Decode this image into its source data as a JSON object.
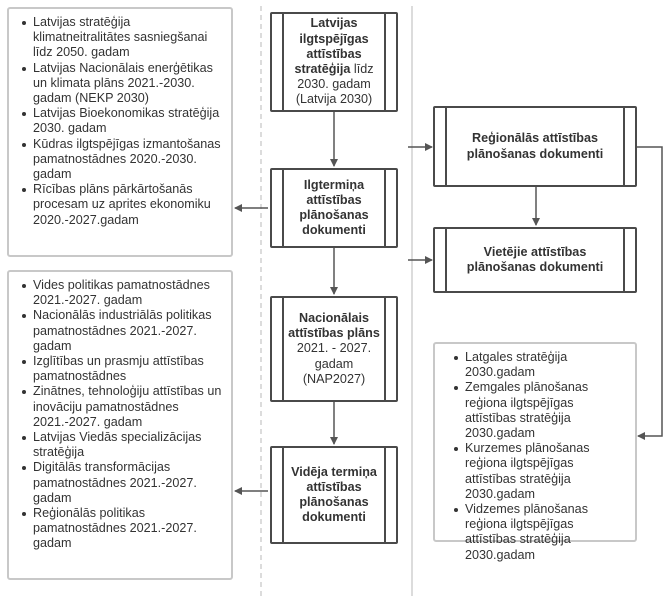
{
  "center": {
    "latvija2030": {
      "bold": "Latvijas ilgtspējīgas attīstības stratēģija",
      "normal": " līdz 2030. gadam (Latvija 2030)"
    },
    "ilgtermina": {
      "bold": "Ilgtermiņa attīstības plānošanas dokumenti",
      "normal": ""
    },
    "nap": {
      "bold": "Nacionālais attīstības plāns",
      "normal": " 2021. - 2027. gadam (NAP2027)"
    },
    "videja": {
      "bold": "Vidēja termiņa attīstības plānošanas dokumenti",
      "normal": ""
    }
  },
  "right": {
    "regional": {
      "bold": "Reģionālās attīstības plānošanas dokumenti"
    },
    "local": {
      "bold": "Vietējie attīstības plānošanas dokumenti"
    },
    "regional_list": [
      "Latgales stratēģija 2030.gadam",
      "Zemgales plānošanas reģiona ilgtspējīgas attīstības stratēģija 2030.gadam",
      "Kurzemes plānošanas reģiona ilgtspējīgas attīstības stratēģija 2030.gadam",
      "Vidzemes plānošanas reģiona ilgtspējīgas attīstības stratēģija 2030.gadam"
    ]
  },
  "left": {
    "long_term_list": [
      "Latvijas stratēģija klimatneitralitātes sasniegšanai līdz 2050. gadam",
      "Latvijas Nacionālais enerģētikas un klimata plāns 2021.-2030. gadam (NEKP 2030)",
      "Latvijas Bioekonomikas stratēģija 2030. gadam",
      "Kūdras ilgtspējīgas izmantošanas pamatnostādnes 2020.-2030. gadam",
      "Rīcības plāns pārkārtošanās procesam uz aprites ekonomiku 2020.-2027.gadam"
    ],
    "mid_term_list": [
      "Vides politikas pamatnostādnes 2021.-2027. gadam",
      "Nacionālās industriālās politikas pamatnostādnes 2021.-2027. gadam",
      "Izglītības un prasmju attīstības pamatnostādnes",
      "Zinātnes, tehnoloģiju attīstības un inovāciju pamatnostādnes 2021.-2027. gadam",
      "Latvijas Viedās specializācijas stratēģija",
      "Digitālās transformācijas pamatnostādnes 2021.-2027. gadam",
      "Reģionālās politikas pamatnostādnes 2021.-2027. gadam"
    ]
  },
  "colors": {
    "box_border": "#4a4a4a",
    "list_border": "#c8c8c8",
    "arrow": "#555555",
    "divider": "#d0d0d0"
  }
}
